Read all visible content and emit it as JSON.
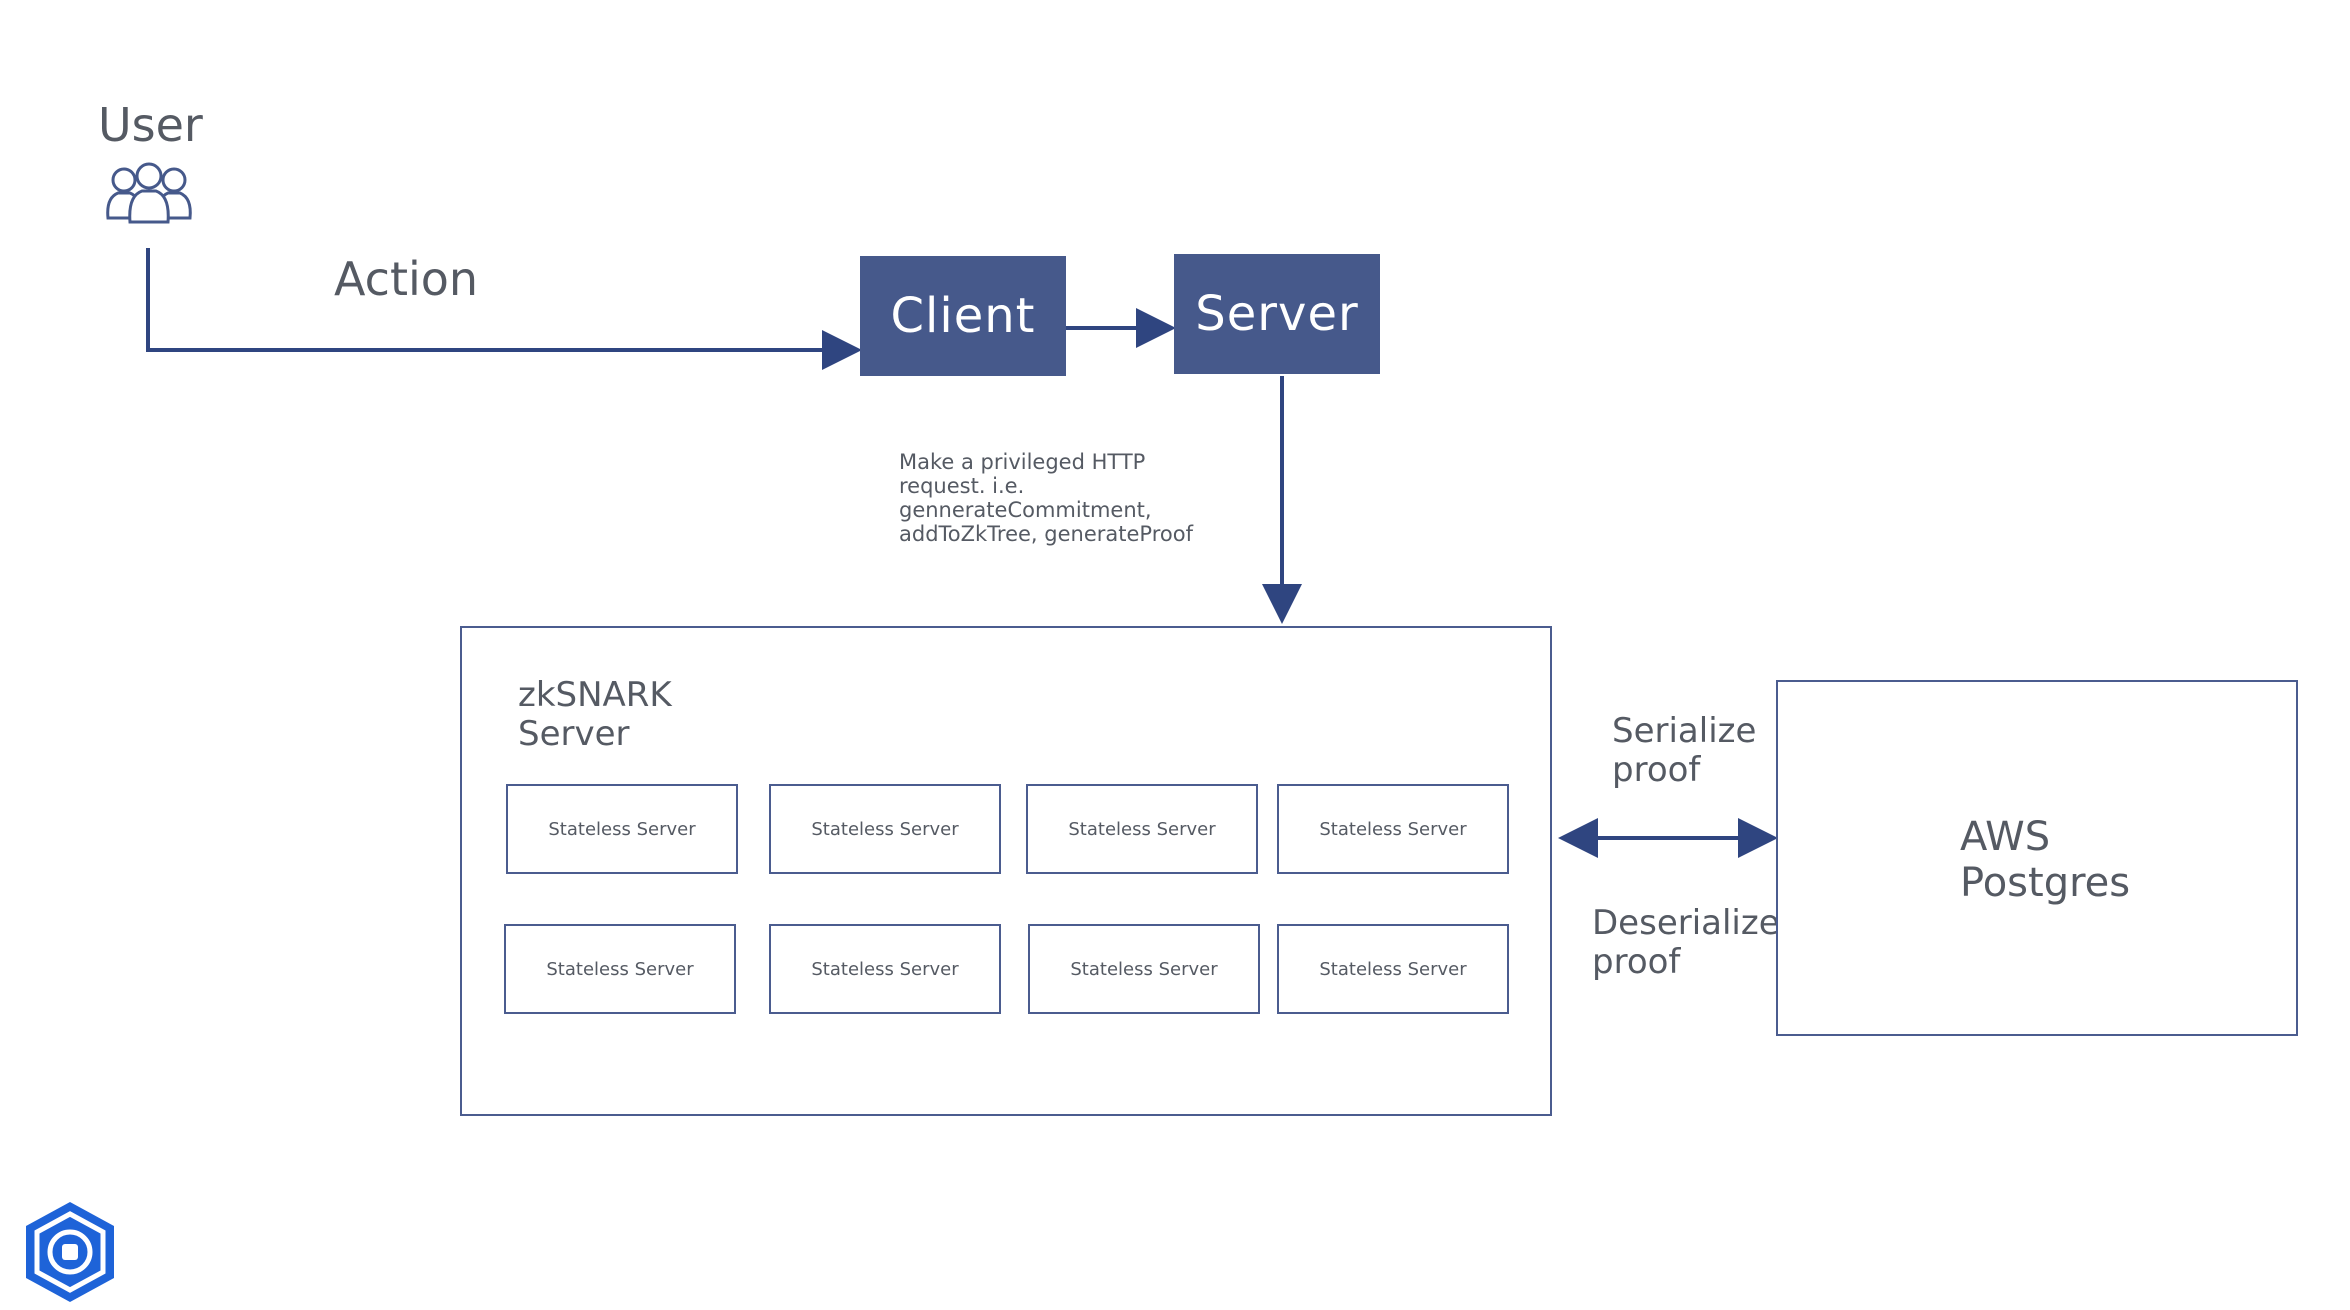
{
  "user": {
    "label": "User",
    "icon": "users-icon"
  },
  "action": {
    "label": "Action"
  },
  "client": {
    "label": "Client"
  },
  "server": {
    "label": "Server"
  },
  "request_note": {
    "text": "Make a privileged HTTP\nrequest. i.e.\ngennerateCommitment,\naddToZkTree, generateProof"
  },
  "zksnark": {
    "title": "zkSNARK\nServer",
    "stateless_servers": [
      "Stateless Server",
      "Stateless Server",
      "Stateless Server",
      "Stateless Server",
      "Stateless Server",
      "Stateless Server",
      "Stateless Server",
      "Stateless Server"
    ]
  },
  "serialize": {
    "label": "Serialize\nproof"
  },
  "deserialize": {
    "label": "Deserialize\nproof"
  },
  "aws": {
    "label": "AWS\nPostgres"
  },
  "logo": {
    "icon": "hexagon-logo-icon"
  },
  "colors": {
    "primary": "#46598b",
    "line": "#2f4580",
    "text": "#555a63"
  }
}
